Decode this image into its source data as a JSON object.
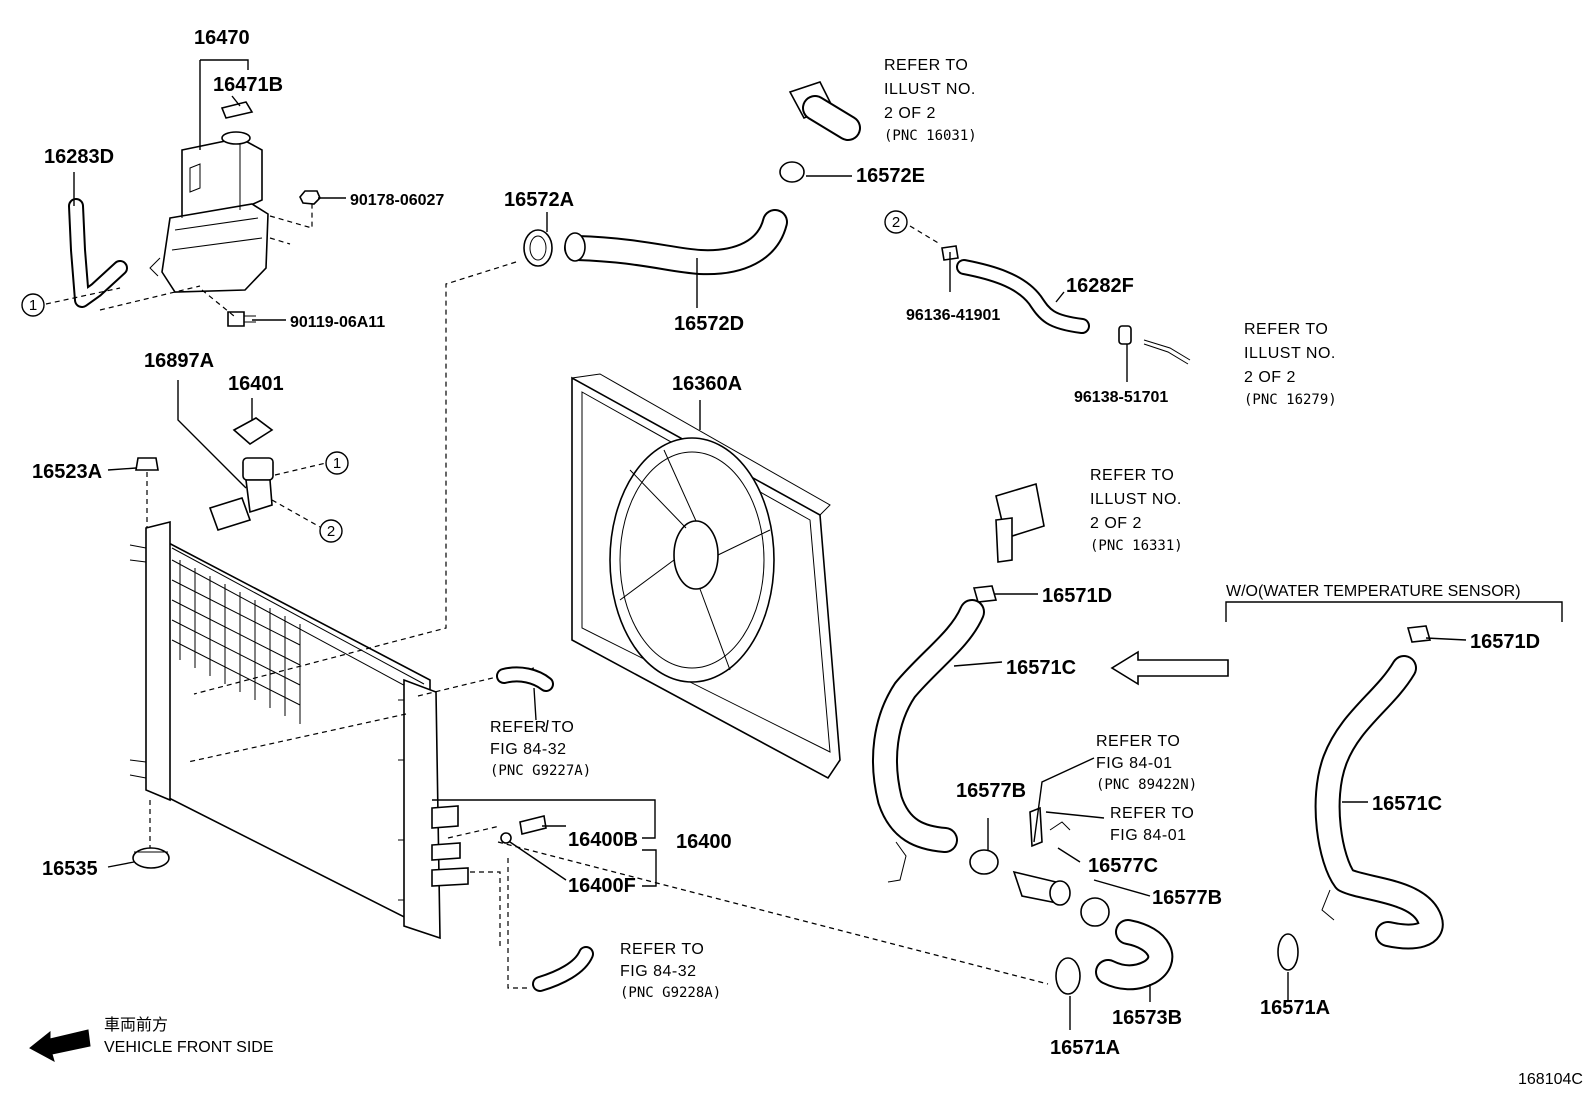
{
  "parts": {
    "p16470": "16470",
    "p16471B": "16471B",
    "p16283D": "16283D",
    "p90178": "90178-06027",
    "p90119": "90119-06A11",
    "p16572A": "16572A",
    "p16572D": "16572D",
    "p16572E": "16572E",
    "p16897A": "16897A",
    "p16401": "16401",
    "p16523A": "16523A",
    "p16535": "16535",
    "p16360A": "16360A",
    "p96136": "96136-41901",
    "p16282F": "16282F",
    "p96138": "96138-51701",
    "p16571D_a": "16571D",
    "p16571D_b": "16571D",
    "p16571C_a": "16571C",
    "p16571C_b": "16571C",
    "p16577B_a": "16577B",
    "p16577B_b": "16577B",
    "p16577C": "16577C",
    "p16400B": "16400B",
    "p16400": "16400",
    "p16400F": "16400F",
    "p16571A_a": "16571A",
    "p16571A_b": "16571A",
    "p16573B": "16573B"
  },
  "refs": {
    "r16031": [
      "REFER TO",
      "ILLUST NO.",
      "2 OF 2",
      "(PNC 16031)"
    ],
    "r16279": [
      "REFER TO",
      "ILLUST NO.",
      "2 OF 2",
      "(PNC 16279)"
    ],
    "r16331": [
      "REFER TO",
      "ILLUST NO.",
      "2 OF 2",
      "(PNC 16331)"
    ],
    "rG9227A": [
      "REFER TO",
      "FIG 84-32",
      "(PNC G9227A)"
    ],
    "rG9228A": [
      "REFER TO",
      "FIG 84-32",
      "(PNC G9228A)"
    ],
    "r89422N": [
      "REFER TO",
      "FIG 84-01",
      "(PNC 89422N)"
    ],
    "r8401": [
      "REFER TO",
      "FIG 84-01"
    ]
  },
  "callouts": {
    "c1": "1",
    "c2": "2"
  },
  "variant_label": "W/O(WATER TEMPERATURE SENSOR)",
  "direction": {
    "jp": "車両前方",
    "en": "VEHICLE FRONT SIDE"
  },
  "figure_id": "168104C"
}
